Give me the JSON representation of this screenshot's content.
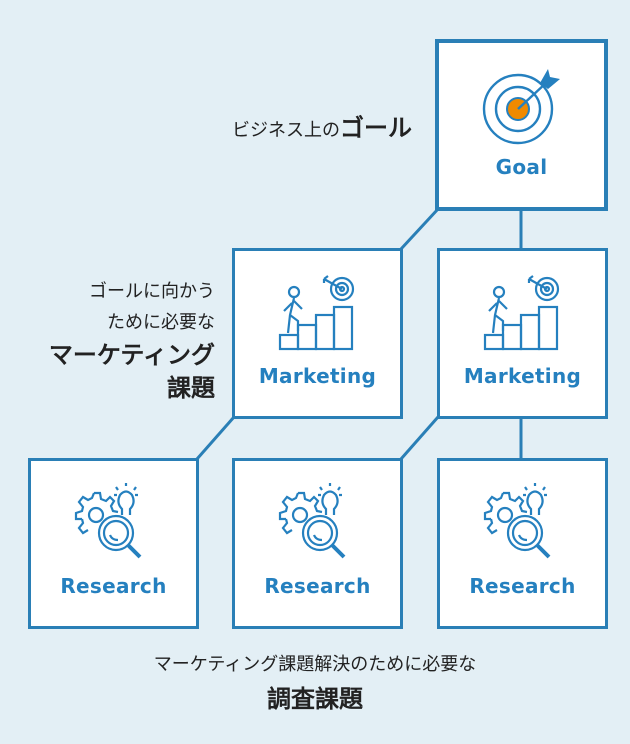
{
  "colors": {
    "background": "#e3eff5",
    "accent": "#2a7fb6",
    "goal_center": "#f08a00"
  },
  "goal": {
    "label": "Goal",
    "icon": "target-icon"
  },
  "marketing": [
    {
      "label": "Marketing",
      "icon": "stairs-target-icon"
    },
    {
      "label": "Marketing",
      "icon": "stairs-target-icon"
    }
  ],
  "research": [
    {
      "label": "Research",
      "icon": "gear-magnifier-bulb-icon"
    },
    {
      "label": "Research",
      "icon": "gear-magnifier-bulb-icon"
    },
    {
      "label": "Research",
      "icon": "gear-magnifier-bulb-icon"
    }
  ],
  "annotations": {
    "goal_prefix": "ビジネス上の",
    "goal_bold": "ゴール",
    "marketing_line1": "ゴールに向かう",
    "marketing_line2": "ために必要な",
    "marketing_bold1": "マーケティング",
    "marketing_bold2": "課題",
    "research_line1": "マーケティング課題解決のために必要な",
    "research_bold": "調査課題"
  }
}
